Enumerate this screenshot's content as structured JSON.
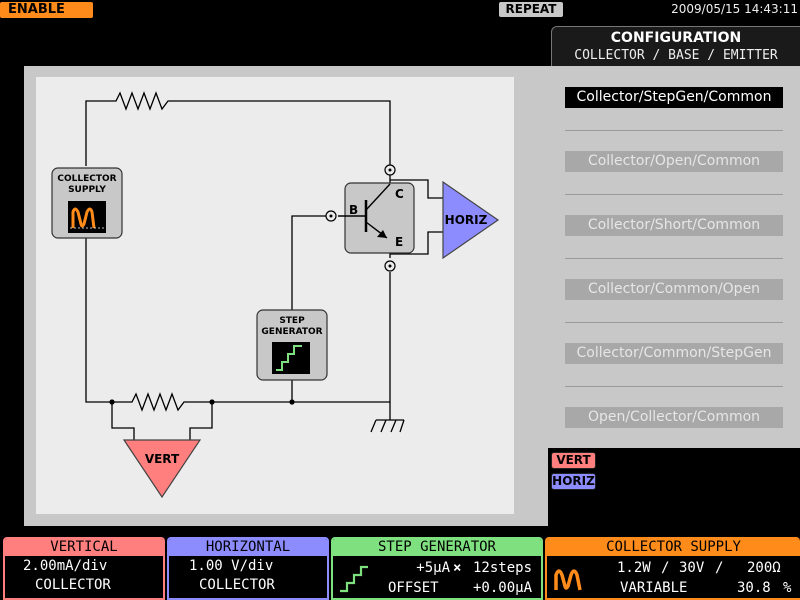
{
  "topbar": {
    "enable_label": "ENABLE",
    "repeat_label": "REPEAT",
    "datetime": "2009/05/15 14:43:11"
  },
  "configuration": {
    "title": "CONFIGURATION",
    "subtitle": "COLLECTOR / BASE / EMITTER",
    "items": [
      {
        "label": "Collector/StepGen/Common",
        "selected": true
      },
      {
        "label": "Collector/Open/Common",
        "selected": false
      },
      {
        "label": "Collector/Short/Common",
        "selected": false
      },
      {
        "label": "Collector/Common/Open",
        "selected": false
      },
      {
        "label": "Collector/Common/StepGen",
        "selected": false
      },
      {
        "label": "Open/Collector/Common",
        "selected": false
      }
    ]
  },
  "schematic": {
    "collector_supply_label": [
      "COLLECTOR",
      "SUPPLY"
    ],
    "step_generator_label": [
      "STEP",
      "GENERATOR"
    ],
    "horiz_label": "HORIZ",
    "vert_label": "VERT",
    "terminal_b": "B",
    "terminal_c": "C",
    "terminal_e": "E"
  },
  "legend": {
    "vert": "VERT",
    "horiz": "HORIZ"
  },
  "colors": {
    "vert": "#ff7f7f",
    "horiz": "#8c8cff",
    "step": "#7fe07f",
    "supply": "#ff8c1a",
    "enable": "#ff8c1a"
  },
  "panels": {
    "vertical": {
      "title": "VERTICAL",
      "line1": "2.00mA/div",
      "line2": "COLLECTOR"
    },
    "horizontal": {
      "title": "HORIZONTAL",
      "line1": "1.00  V/div",
      "line2": "COLLECTOR"
    },
    "step_generator": {
      "title": "STEP GENERATOR",
      "step": "+5μA",
      "times": "×",
      "steps": "12steps",
      "offset_label": "OFFSET",
      "offset_value": "+0.00μA"
    },
    "collector_supply": {
      "title": "COLLECTOR SUPPLY",
      "power": "1.2W",
      "voltage": "30V",
      "resistance": "200Ω",
      "sep": "/",
      "mode": "VARIABLE",
      "percent": "30.8",
      "percent_unit": "%"
    }
  }
}
